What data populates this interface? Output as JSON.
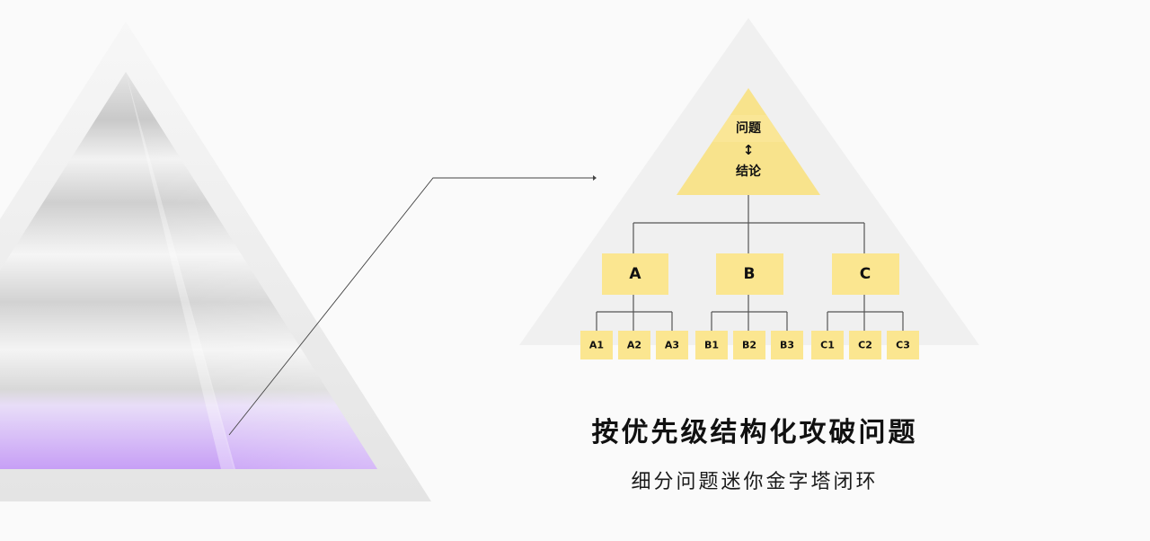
{
  "diagram": {
    "top_node": {
      "question": "问题",
      "arrow": "↕",
      "conclusion": "结论"
    },
    "level1": [
      {
        "label": "A",
        "children": [
          "A1",
          "A2",
          "A3"
        ]
      },
      {
        "label": "B",
        "children": [
          "B1",
          "B2",
          "B3"
        ]
      },
      {
        "label": "C",
        "children": [
          "C1",
          "C2",
          "C3"
        ]
      }
    ]
  },
  "caption": {
    "title": "按优先级结构化攻破问题",
    "subtitle": "细分问题迷你金字塔闭环"
  },
  "colors": {
    "node_fill": "#fbe690",
    "node_fill_top": "#fae892",
    "connector": "#555555",
    "accent_purple": "#c9a6f5"
  }
}
